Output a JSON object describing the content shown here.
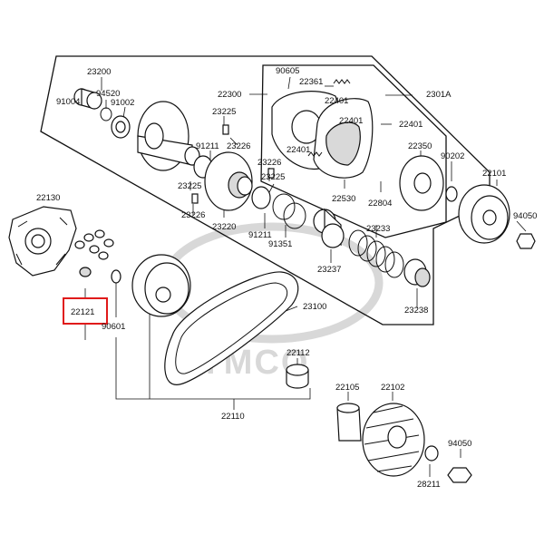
{
  "diagram": {
    "watermark": "KYMCO",
    "highlight_color": "#e01a1a",
    "highlighted_part": "22121",
    "part_numbers": {
      "p23200": "23200",
      "p91004": "91004",
      "p94520": "94520",
      "p91002": "91002",
      "p22300": "22300",
      "p90605": "90605",
      "p22361": "22361",
      "p2301A": "2301A",
      "p23225a": "23225",
      "p22401a": "22401",
      "p22401b": "22401",
      "p22401c": "22401",
      "p22401d": "22401",
      "p91211a": "91211",
      "p23226a": "23226",
      "p23226b": "23226",
      "p22350": "22350",
      "p90202": "90202",
      "p22101": "22101",
      "p23225b": "23225",
      "p23225c": "23225",
      "p22130": "22130",
      "p22530": "22530",
      "p22804": "22804",
      "p23226c": "23226",
      "p23220": "23220",
      "p91211b": "91211",
      "p23233": "23233",
      "p94050a": "94050",
      "p91351": "91351",
      "p23237": "23237",
      "p22121": "22121",
      "p90601": "90601",
      "p23100": "23100",
      "p23238": "23238",
      "p22112": "22112",
      "p22105": "22105",
      "p22102": "22102",
      "p22110": "22110",
      "p94050b": "94050",
      "p28211": "28211"
    }
  }
}
